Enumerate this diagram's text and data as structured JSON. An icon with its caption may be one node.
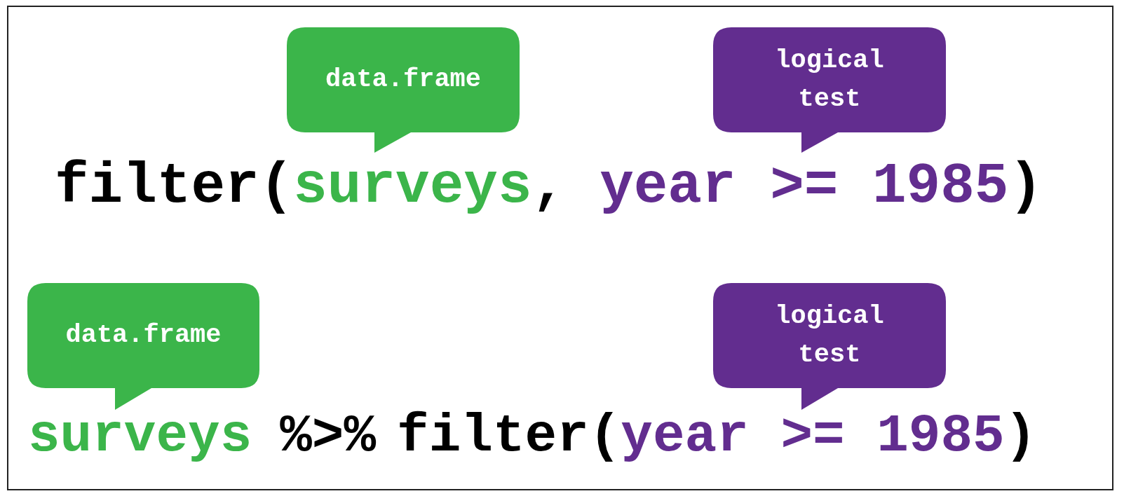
{
  "diagram": {
    "nodes": [
      {
        "text": [
          "data.frame"
        ]
      },
      {
        "text": [
          "logical test"
        ]
      },
      {
        "text": [
          "data.frame"
        ]
      },
      {
        "text": [
          "logical test"
        ]
      }
    ],
    "labels": [
      "filter(",
      "surveys",
      ",",
      "year >= 1985",
      ")",
      "surveys",
      "%>%",
      "filter(",
      "year >= 1985",
      ")"
    ]
  }
}
